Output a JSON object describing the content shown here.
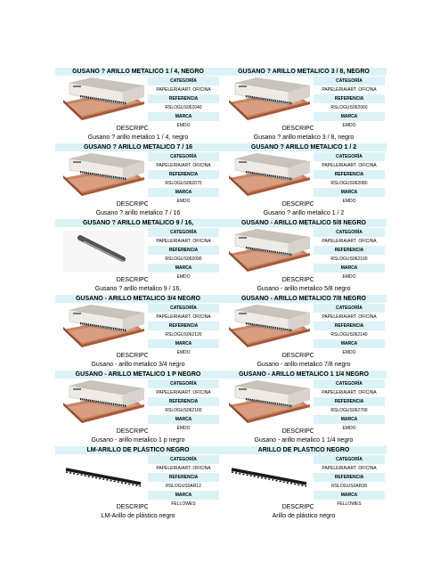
{
  "labels": {
    "category": "CATEGORÍA",
    "reference": "REFERENCIA",
    "brand": "MARCA",
    "description": "DESCRIPCÍON"
  },
  "products": [
    {
      "title": "GUSANO ? ARILLO METALICO 1 / 4, NEGRO",
      "category": "PAPELERIA/ART. OFICINA",
      "reference": "RSLOGUS062040",
      "brand": "EMDO",
      "description": "Gusano ? arillo metalico 1 / 4, negro",
      "image": "box-icon"
    },
    {
      "title": "GUSANO ? ARILLO METALICO 3 / 8, NEGRO",
      "category": "PAPELERIA/ART. OFICINA",
      "reference": "RSLOGUS062060",
      "brand": "EMDO",
      "description": "Gusano ? arillo metalico 3 / 8, negro",
      "image": "box-icon"
    },
    {
      "title": "GUSANO ? ARILLO METALICO 7 / 16",
      "category": "PAPELERIA/ART. OFICINA",
      "reference": "RSLOGUS062070",
      "brand": "EMDO",
      "description": "Gusano ? arillo metalico 7 / 16",
      "image": "box-icon"
    },
    {
      "title": "GUSANO ? ARILLO METALICO 1 / 2",
      "category": "PAPELERIA/ART. OFICINA",
      "reference": "RSLOGUS062080",
      "brand": "EMDO",
      "description": "Gusano ? arillo metalico 1 / 2",
      "image": "box-icon"
    },
    {
      "title": "GUSANO ? ARILLO METALICO 9 / 16,",
      "category": "PAPELERIA/ART. OFICINA",
      "reference": "RSLOGUS062090",
      "brand": "EMDO",
      "description": "Gusano ? arillo metalico 9 / 16,",
      "image": "coil-icon"
    },
    {
      "title": "GUSANO - ARILLO METALICO 5/8 NEGRO",
      "category": "PAPELERIA/ART. OFICINA",
      "reference": "RSLOGUS062100",
      "brand": "EMDO",
      "description": "Gusano - arillo metalico 5/8 negro",
      "image": "box-icon"
    },
    {
      "title": "GUSANO - ARILLO METALICO 3/4 NEGRO",
      "category": "PAPELERIA/ART. OFICINA",
      "reference": "RSLOGUS062120",
      "brand": "EMDO",
      "description": "Gusano - arillo metalico 3/4 negro",
      "image": "box-icon"
    },
    {
      "title": "GUSANO - ARILLO METALICO 7/8 NEGRO",
      "category": "PAPELERIA/ART. OFICINA",
      "reference": "RSLOGUS062140",
      "brand": "EMDO",
      "description": "Gusano - arillo metalico 7/8 negro",
      "image": "box-icon"
    },
    {
      "title": "GUSANO - ARILLO METALICO 1 P NEGRO",
      "category": "PAPELERIA/ART. OFICINA",
      "reference": "RSLOGUS062160",
      "brand": "EMDO",
      "description": "Gusano - arillo metalico 1 p negro",
      "image": "box-icon"
    },
    {
      "title": "GUSANO - ARILLO METALICO 1 1/4 NEGRO",
      "category": "PAPELERIA/ART. OFICINA",
      "reference": "RSLOGUS062700",
      "brand": "EMDO",
      "description": "Gusano - arillo metalico 1 1/4 negro",
      "image": "box-icon"
    },
    {
      "title": "LM-ARILLO DE PLÁSTICO NEGRO",
      "category": "PAPELERIA/ART. OFICINA",
      "reference": "RSLOGUS0AR12",
      "brand": "FELLOWES",
      "description": "LM-Arillo de plástico negro",
      "image": "comb-icon"
    },
    {
      "title": "ARILLO DE PLÁSTICO NEGRO",
      "category": "PAPELERIA/ART. OFICINA",
      "reference": "RSLOGUS0AR38",
      "brand": "FELLOWES",
      "description": "Arillo de plástico negro",
      "image": "comb-icon"
    }
  ],
  "colors": {
    "header_band": "#dbf3f6",
    "box_brown": "#c98462",
    "binding_black": "#1a1a1a"
  }
}
